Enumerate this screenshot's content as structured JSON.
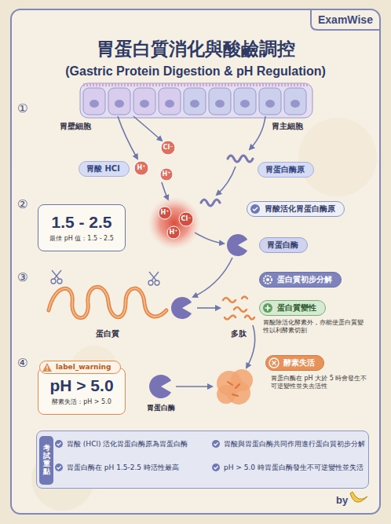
{
  "diagram": {
    "title": "胃蛋白質消化與酸鹼調控",
    "nodes": [
      {
        "text": [
          "胃酸 HCl"
        ]
      },
      {
        "text": [
          "胃蛋白酶原"
        ]
      },
      {
        "text": [
          "1.5 - 2.5",
          "最佳 pH 值：1.5 - 2.5"
        ]
      },
      {
        "text": [
          "胃酸活化胃蛋白酶原"
        ]
      },
      {
        "text": [
          "胃蛋白酶"
        ]
      },
      {
        "text": [
          "蛋白質初步分解"
        ]
      },
      {
        "text": [
          "蛋白質變性"
        ]
      },
      {
        "text": [
          "label_warning"
        ]
      },
      {
        "text": [
          "pH > 5.0",
          "酵素失活：pH > 5.0"
        ]
      },
      {
        "text": [
          "酵素失活"
        ]
      },
      {
        "text": [
          "胃酸 (HCl) 活化胃蛋白酶原為胃蛋白酶",
          "胃酸與胃蛋白酶共同作用進行蛋白質初步分解",
          "胃蛋白酶在 pH 1.5-2.5 時活性最高",
          "pH > 5.0 時胃蛋白酶發生不可逆變性並失活"
        ]
      },
      {
        "text": [
          "考試重點"
        ],
        "in": 10
      }
    ],
    "labels": [
      "ExamWise",
      "(Gastric Protein Digestion & pH Regulation)",
      "①",
      "胃壁細胞",
      "胃主細胞",
      "Cl⁻",
      "H⁺",
      "H⁺",
      "②",
      "H⁺",
      "Cl⁻",
      "H⁺",
      "③",
      "蛋白質",
      "多肽",
      "胃酸除活化酵素外，亦能使蛋白質變性以利酵素切割",
      "④",
      "胃蛋白酶",
      "胃蛋白酶在 pH 大於 5 時會發生不可逆變性並失去活性",
      "by"
    ]
  }
}
